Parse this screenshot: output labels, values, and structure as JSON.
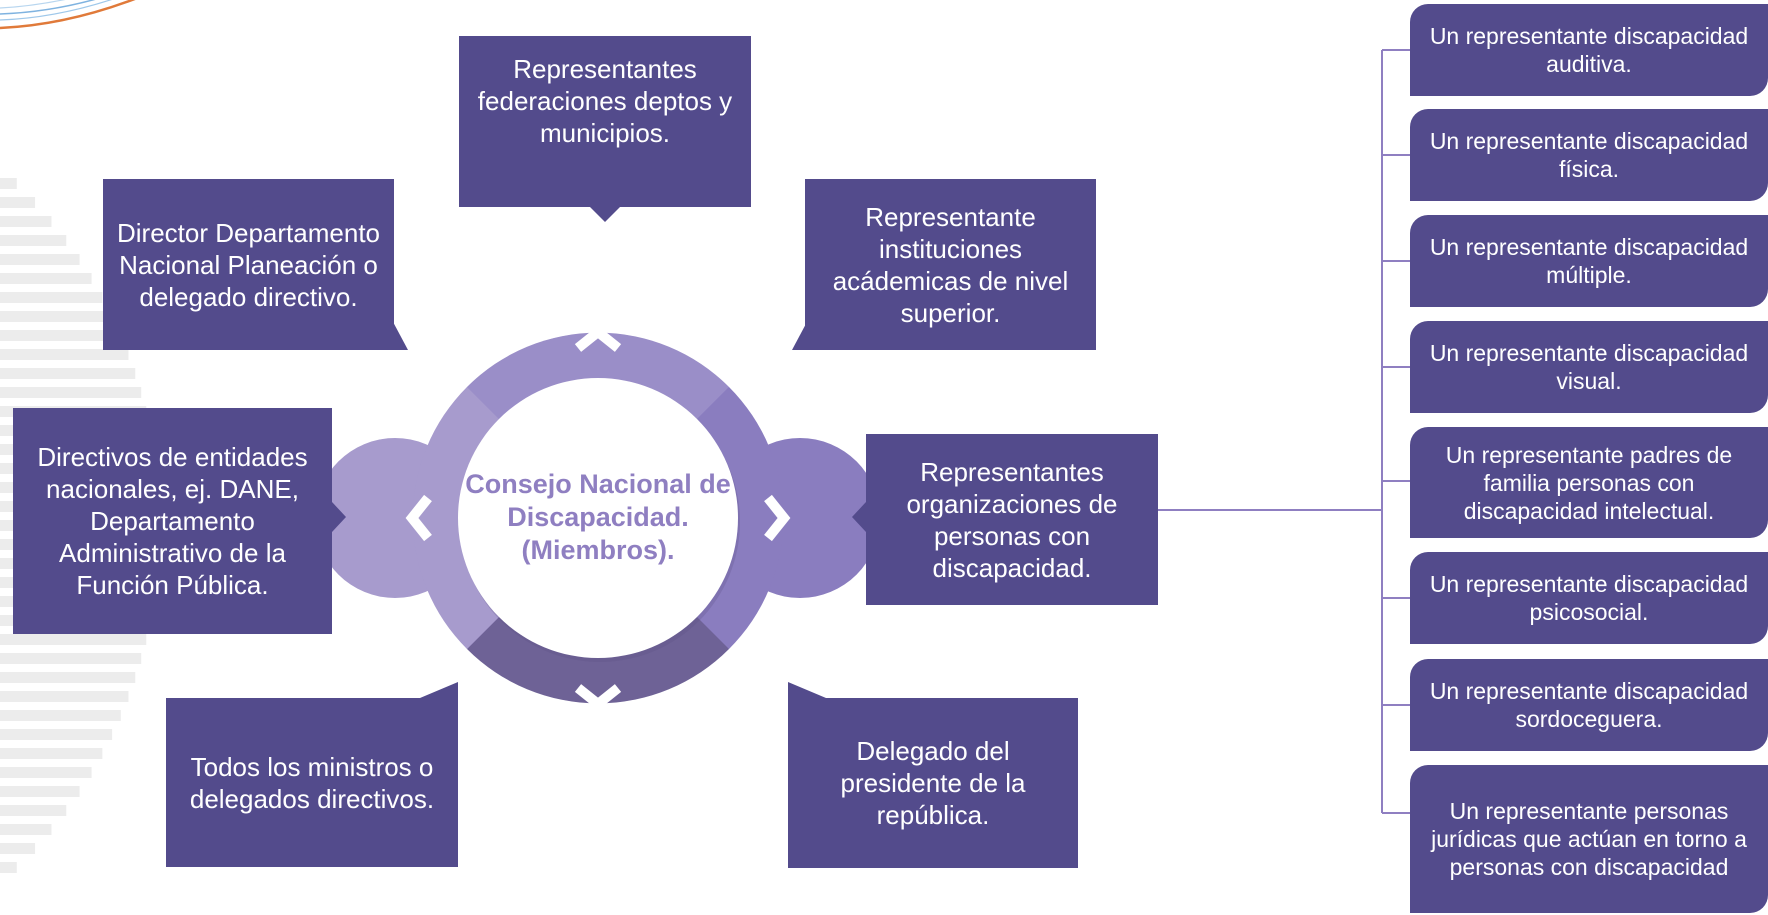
{
  "center": {
    "title": "Consejo Nacional de Discapacidad. (Miembros)."
  },
  "members": {
    "top": "Representantes federaciones deptos y municipios.",
    "top_left": "Director Departamento Nacional Planeación o delegado directivo.",
    "top_right": "Representante instituciones acádemicas de nivel superior.",
    "left": "Directivos de entidades nacionales, ej. DANE, Departamento Administrativo de la Función Pública.",
    "right": "Representantes organizaciones de personas con discapacidad.",
    "bottom_left": "Todos los ministros o delegados directivos.",
    "bottom_right": "Delegado del presidente de la república."
  },
  "organizations": [
    "Un representante discapacidad auditiva.",
    "Un representante discapacidad física.",
    "Un representante discapacidad múltiple.",
    "Un representante discapacidad visual.",
    "Un representante padres de familia personas con discapacidad intelectual.",
    "Un representante discapacidad psicosocial.",
    "Un representante discapacidad sordoceguera.",
    "Un representante personas jurídicas que actúan en torno a personas con discapacidad"
  ],
  "colors": {
    "box": "#534b8c",
    "connector": "#8f7fc1",
    "ring_light": "#a79bcd",
    "ring_mid": "#8f7fc1",
    "ring_dark": "#6e6296"
  }
}
